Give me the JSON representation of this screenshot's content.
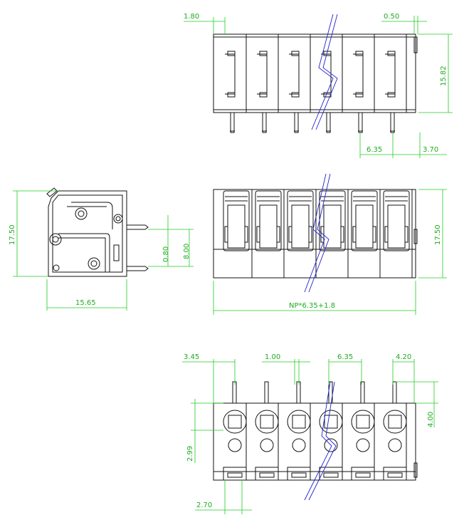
{
  "colors": {
    "object_lines": "#111111",
    "dimension_lines": "#22cc22",
    "break_lines": "#2222cc",
    "background": "#ffffff"
  },
  "dimensions": {
    "top": {
      "edge_offset": "1.80",
      "pin_thickness": "0.50",
      "body_height": "15.82",
      "pitch": "6.35",
      "end_offset": "3.70"
    },
    "side": {
      "height": "17.50",
      "pin_spacing": "0.80",
      "pin_span": "8.00",
      "depth": "15.65"
    },
    "front": {
      "height": "17.50",
      "length_formula": "NP*6.35+1.8"
    },
    "bottom": {
      "edge_offset": "3.45",
      "pin_width": "1.00",
      "pitch": "6.35",
      "end_offset": "4.20",
      "pin_length": "4.00",
      "hole_offset": "2.99",
      "hole_pos": "2.70"
    }
  }
}
